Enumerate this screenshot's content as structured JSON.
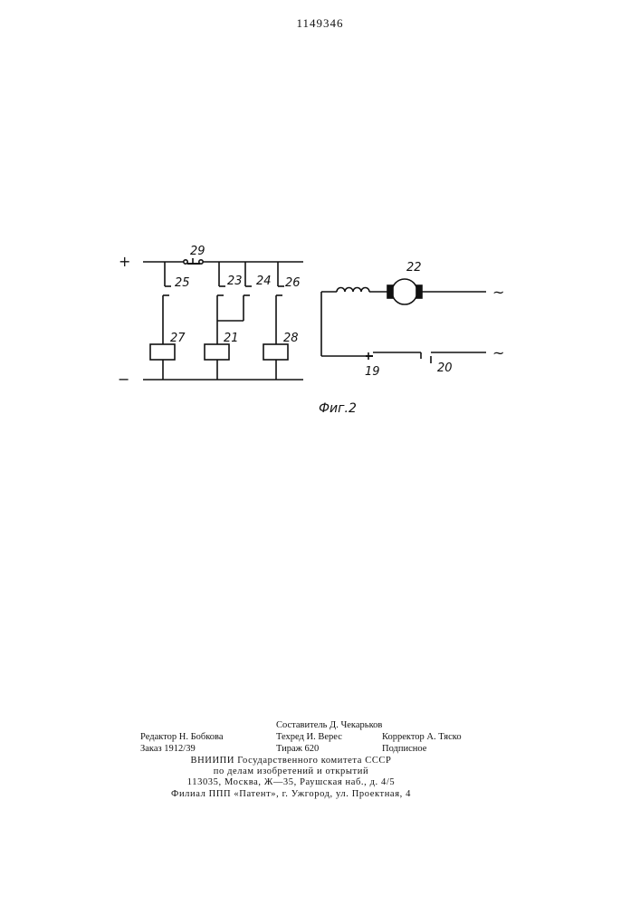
{
  "document": {
    "patent_number": "1149346"
  },
  "figure": {
    "caption": "Фиг.2",
    "terminals": {
      "plus": "+",
      "minus": "−",
      "ac_top": "~",
      "ac_bottom": "~"
    },
    "labels": {
      "contact_29": "29",
      "contact_25": "25",
      "contact_23": "23",
      "contact_24": "24",
      "contact_26": "26",
      "relay_27": "27",
      "relay_21": "21",
      "relay_28": "28",
      "motor_22": "22",
      "contact_19": "19",
      "contact_20": "20"
    }
  },
  "imprint": {
    "compiler": "Составитель Д. Чекарьков",
    "editor": "Редактор Н. Бобкова",
    "techred": "Техред И. Верес",
    "corrector": "Корректор А. Тяско",
    "order": "Заказ 1912/39",
    "circulation": "Тираж 620",
    "subscription": "Подписное",
    "org_line1": "ВНИИПИ Государственного комитета СССР",
    "org_line2": "по делам изобретений и открытий",
    "address": "113035, Москва, Ж—35, Раушская наб., д. 4/5",
    "branch": "Филиал ППП «Патент», г. Ужгород, ул. Проектная, 4"
  }
}
